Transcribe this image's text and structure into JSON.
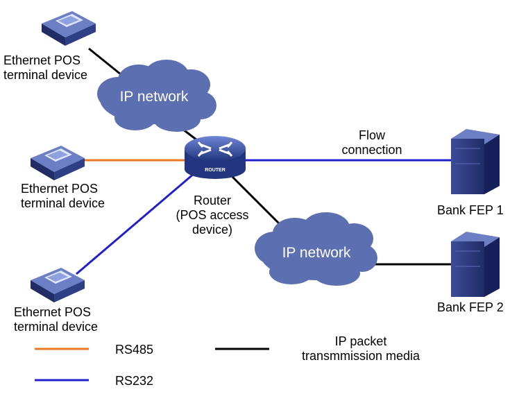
{
  "colors": {
    "rs485": "#E87722",
    "rs232": "#1F1FCC",
    "ip_media": "#000000",
    "cloud": "#5C6FB0",
    "cloud_text": "#ffffff",
    "device": "#2E3F86"
  },
  "clouds": {
    "top": {
      "label": "IP network"
    },
    "bottom": {
      "label": "IP network"
    }
  },
  "router": {
    "badge": "ROUTER",
    "label_line1": "Router",
    "label_line2": "(POS access",
    "label_line3": "device)"
  },
  "terminals": [
    {
      "line1": "Ethernet POS",
      "line2": "terminal device"
    },
    {
      "line1": "Ethernet POS",
      "line2": "terminal device"
    },
    {
      "line1": "Ethernet POS",
      "line2": "terminal device"
    }
  ],
  "servers": [
    {
      "label": "Bank FEP 1"
    },
    {
      "label": "Bank FEP 2"
    }
  ],
  "flow": {
    "line1": "Flow",
    "line2": "connection"
  },
  "legend": {
    "rs485": "RS485",
    "rs232": "RS232",
    "ip_line1": "IP packet",
    "ip_line2": "transmmission media"
  }
}
